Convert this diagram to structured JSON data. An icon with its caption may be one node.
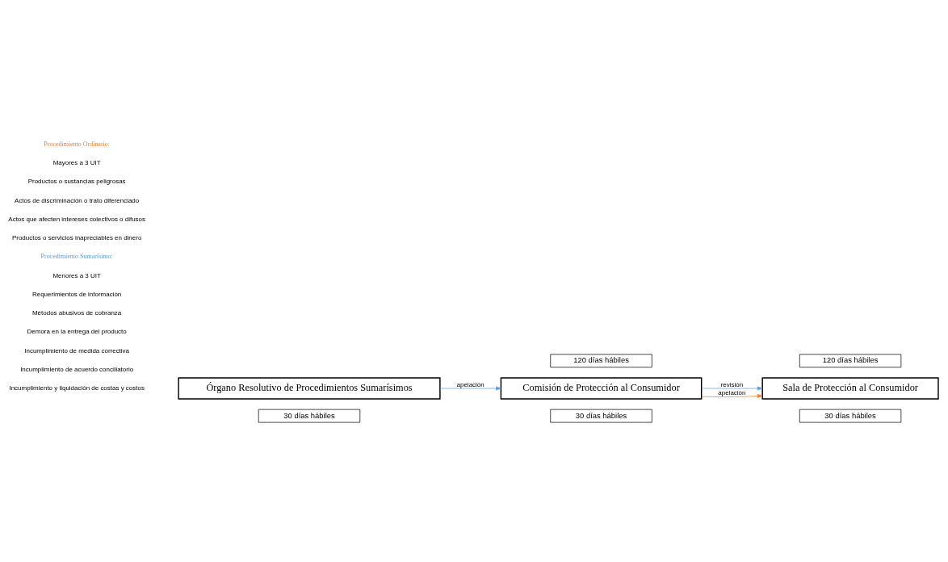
{
  "diagram": {
    "nodes": [
      {
        "text": [
          "120 días hábiles"
        ]
      },
      {
        "text": [
          "120 días hábiles"
        ]
      },
      {
        "text": [
          "Sala de Protección al Consumidor"
        ]
      },
      {
        "text": [
          "Comisión de Protección al Consumidor"
        ]
      },
      {
        "text": [
          "Órgano Resolutivo de Procedimientos Sumarísimos"
        ]
      },
      {
        "text": [
          "30 días hábiles"
        ]
      },
      {
        "text": [
          "30 días hábiles"
        ]
      },
      {
        "text": [
          "30 días hábiles"
        ]
      }
    ],
    "edges": [
      {
        "from": 4,
        "to": 3,
        "arrow": "to",
        "label": "apelación"
      },
      {
        "from": 3,
        "to": 2,
        "arrow": "to",
        "label": "revisión"
      },
      {
        "from": 3,
        "to": 2,
        "arrow": "to",
        "label": "apelación",
        "color": "#ed7d31"
      }
    ],
    "labels": [
      "Procedimiento Ordinario:",
      "Mayores a 3 UIT",
      "Productos o sustancias peligrosas",
      "Actos de discriminación o trato diferenciado",
      "Actos que afecten intereses colectivos o difusos",
      "Productos o servicios inapreciables en dinero",
      "Procedimiento Sumarísimo:",
      "Menores a 3 UIT",
      "Requerimientos de información",
      "Métodos abusivos de cobranza",
      "Demora en la entrega del producto",
      "Incumplimiento de medida correctiva",
      "Incumplimiento de acuerdo conciliatorio",
      "Incumplimiento y liquidación de costas y costos"
    ]
  }
}
